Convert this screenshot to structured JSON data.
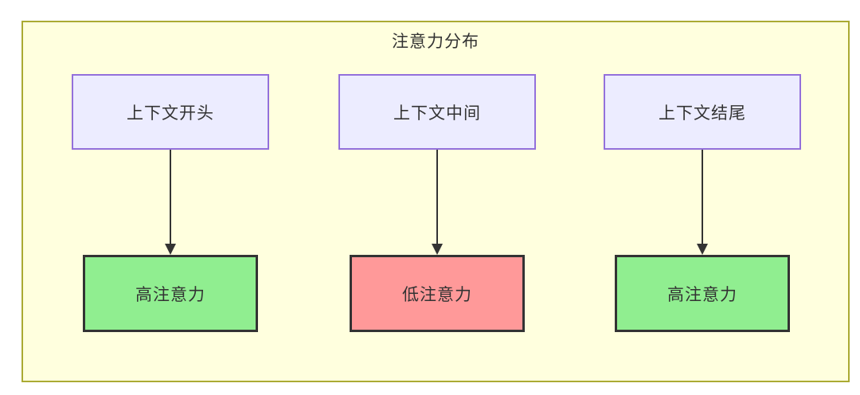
{
  "diagram": {
    "title": "注意力分布",
    "columns": [
      {
        "source": "上下文开头",
        "target": "高注意力",
        "target_type": "high"
      },
      {
        "source": "上下文中间",
        "target": "低注意力",
        "target_type": "low"
      },
      {
        "source": "上下文结尾",
        "target": "高注意力",
        "target_type": "high"
      }
    ],
    "colors": {
      "cluster_fill": "#ffffde",
      "cluster_border": "#aaaa33",
      "source_fill": "#ececff",
      "source_border": "#9370db",
      "high_attention_fill": "#90ee90",
      "low_attention_fill": "#ff9999",
      "target_border": "#333333",
      "arrow": "#333333",
      "text": "#333333"
    }
  }
}
